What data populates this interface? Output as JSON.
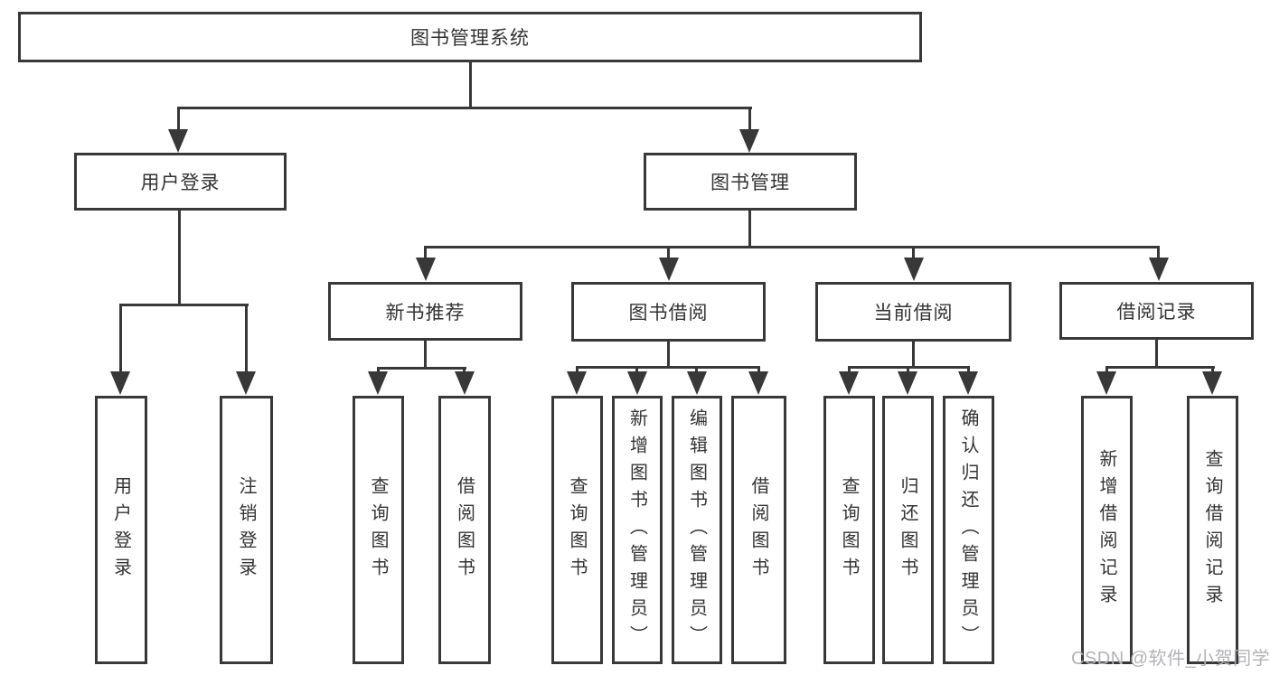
{
  "tree": {
    "label": "图书管理系统",
    "children": [
      {
        "label": "用户登录",
        "children": [
          {
            "label": "用户登录"
          },
          {
            "label": "注销登录"
          }
        ]
      },
      {
        "label": "图书管理",
        "children": [
          {
            "label": "新书推荐",
            "children": [
              {
                "label": "查询图书"
              },
              {
                "label": "借阅图书"
              }
            ]
          },
          {
            "label": "图书借阅",
            "children": [
              {
                "label": "查询图书"
              },
              {
                "label": "新增图书（管理员）"
              },
              {
                "label": "编辑图书（管理员）"
              },
              {
                "label": "借阅图书"
              }
            ]
          },
          {
            "label": "当前借阅",
            "children": [
              {
                "label": "查询图书"
              },
              {
                "label": "归还图书"
              },
              {
                "label": "确认归还（管理员）"
              }
            ]
          },
          {
            "label": "借阅记录",
            "children": [
              {
                "label": "新增借阅记录"
              },
              {
                "label": "查询借阅记录"
              }
            ]
          }
        ]
      }
    ]
  },
  "watermark": {
    "text": "CSDN @软件_小贺同学"
  },
  "colors": {
    "line": "#383838",
    "text": "#333333",
    "watermark": "#b3b3b7"
  }
}
